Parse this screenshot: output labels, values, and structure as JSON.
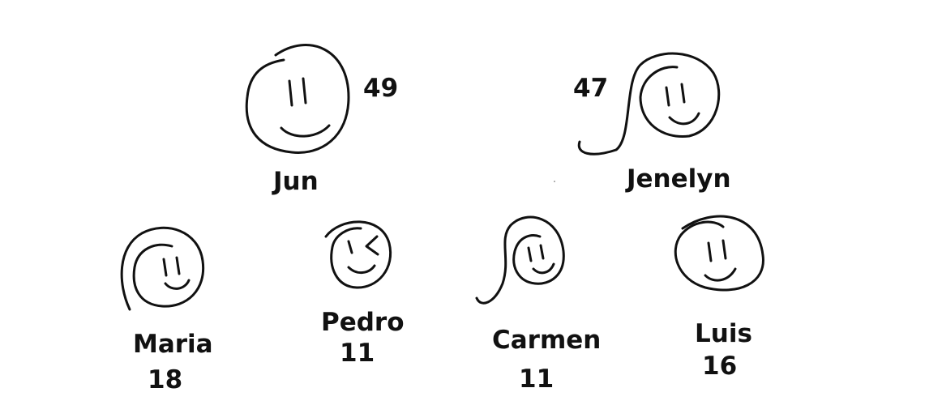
{
  "family": [
    {
      "id": "jun",
      "name": "Jun",
      "age": "49",
      "avatar": "face-short-hair"
    },
    {
      "id": "jenelyn",
      "name": "Jenelyn",
      "age": "47",
      "avatar": "face-long-hair"
    },
    {
      "id": "maria",
      "name": "Maria",
      "age": "18",
      "avatar": "face-long-hair"
    },
    {
      "id": "pedro",
      "name": "Pedro",
      "age": "11",
      "avatar": "face-winking"
    },
    {
      "id": "carmen",
      "name": "Carmen",
      "age": "11",
      "avatar": "face-long-hair"
    },
    {
      "id": "luis",
      "name": "Luis",
      "age": "16",
      "avatar": "face-short-hair"
    }
  ]
}
